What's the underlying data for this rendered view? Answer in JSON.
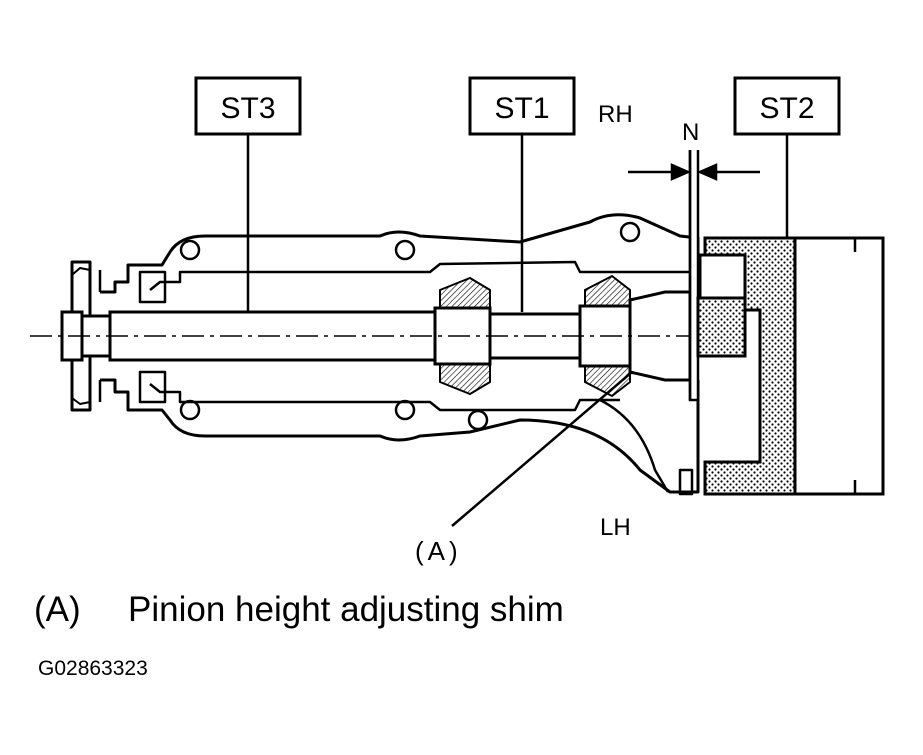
{
  "labels": {
    "st3": "ST3",
    "st1": "ST1",
    "st2": "ST2",
    "rh": "RH",
    "lh": "LH",
    "n": "N",
    "callout_a": "(A)"
  },
  "legend": {
    "key": "(A)",
    "text": "Pinion height adjusting shim"
  },
  "figure_code": "G02863323"
}
